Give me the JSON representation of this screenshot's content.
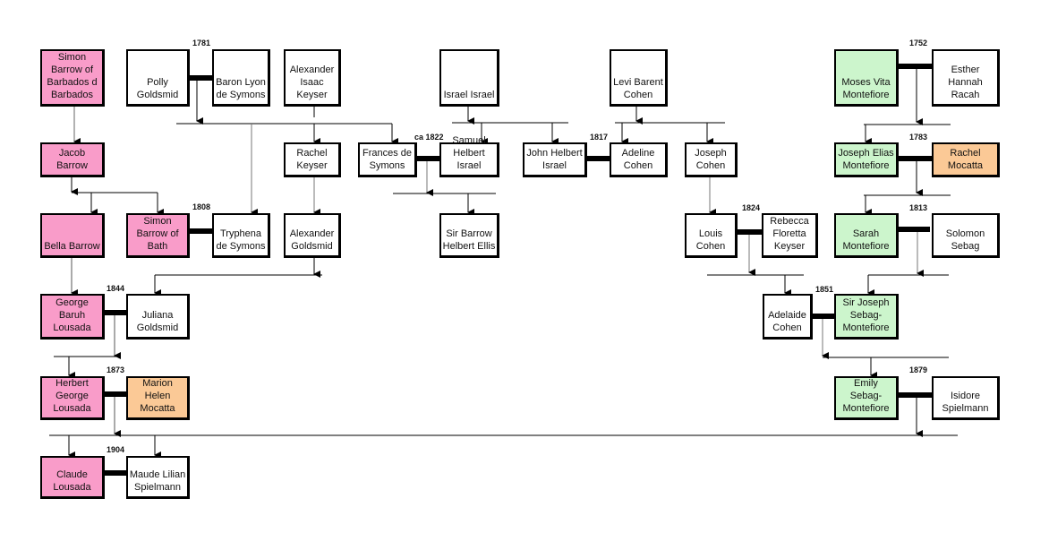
{
  "colors": {
    "pink": "#f99cc9",
    "green": "#ccf5cc",
    "orange": "#fbc996",
    "plain": "#ffffff"
  },
  "people": [
    {
      "name": "Simon Barrow of Barbados d Barbados",
      "color": "pink"
    },
    {
      "name": "Polly Goldsmid",
      "color": "plain"
    },
    {
      "name": "Baron Lyon de Symons",
      "color": "plain"
    },
    {
      "name": "Alexander Isaac Keyser",
      "color": "plain"
    },
    {
      "name": "Israel Israel",
      "color": "plain"
    },
    {
      "name": "Levi Barent Cohen",
      "color": "plain"
    },
    {
      "name": "Moses Vita Montefiore",
      "color": "green"
    },
    {
      "name": "Esther Hannah Racah",
      "color": "plain"
    },
    {
      "name": "Jacob Barrow",
      "color": "pink"
    },
    {
      "name": "Rachel Keyser",
      "color": "plain"
    },
    {
      "name": "Frances de Symons",
      "color": "plain"
    },
    {
      "name": "Samuel Helbert Israel",
      "color": "plain"
    },
    {
      "name": "John Helbert Israel",
      "color": "plain"
    },
    {
      "name": "Adeline Cohen",
      "color": "plain"
    },
    {
      "name": "Joseph Cohen",
      "color": "plain"
    },
    {
      "name": "Joseph Elias Montefiore",
      "color": "green"
    },
    {
      "name": "Rachel Mocatta",
      "color": "orange"
    },
    {
      "name": "Bella Barrow",
      "color": "pink"
    },
    {
      "name": "Simon Barrow of Bath",
      "color": "pink"
    },
    {
      "name": "Tryphena de Symons",
      "color": "plain"
    },
    {
      "name": "Alexander Goldsmid",
      "color": "plain"
    },
    {
      "name": "Sir Barrow Helbert Ellis",
      "color": "plain"
    },
    {
      "name": "Louis Cohen",
      "color": "plain"
    },
    {
      "name": "Rebecca Floretta Keyser",
      "color": "plain"
    },
    {
      "name": "Sarah Montefiore",
      "color": "green"
    },
    {
      "name": "Solomon Sebag",
      "color": "plain"
    },
    {
      "name": "George Baruh Lousada",
      "color": "pink"
    },
    {
      "name": "Juliana Goldsmid",
      "color": "plain"
    },
    {
      "name": "Adelaide Cohen",
      "color": "plain"
    },
    {
      "name": "Sir Joseph Sebag-Montefiore",
      "color": "green"
    },
    {
      "name": "Herbert George Lousada",
      "color": "pink"
    },
    {
      "name": "Marion Helen Mocatta",
      "color": "orange"
    },
    {
      "name": "Emily Sebag-Montefiore",
      "color": "green"
    },
    {
      "name": "Isidore Spielmann",
      "color": "plain"
    },
    {
      "name": "Claude Lousada",
      "color": "pink"
    },
    {
      "name": "Maude Lilian Spielmann",
      "color": "plain"
    }
  ],
  "marriages": [
    {
      "year": "1781"
    },
    {
      "year": "1808"
    },
    {
      "year": "1844"
    },
    {
      "year": "1873"
    },
    {
      "year": "1904"
    },
    {
      "year": "ca 1822"
    },
    {
      "year": "1817"
    },
    {
      "year": "1824"
    },
    {
      "year": "1752"
    },
    {
      "year": "1783"
    },
    {
      "year": "1813"
    },
    {
      "year": "1851"
    },
    {
      "year": "1879"
    }
  ]
}
